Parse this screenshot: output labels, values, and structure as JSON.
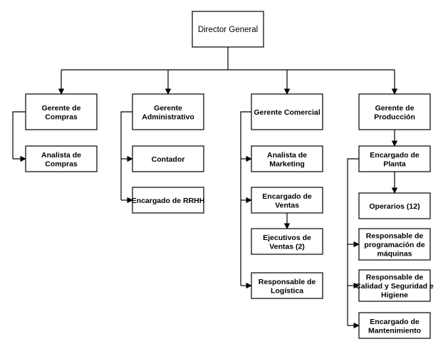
{
  "diagram": {
    "colors": {
      "box_border": "#000000",
      "box_fill": "#ffffff",
      "text": "#000000",
      "connector": "#000000"
    },
    "nodes": {
      "director": {
        "lines": [
          "Director General"
        ]
      },
      "compras": {
        "lines": [
          "Gerente de",
          "Compras"
        ]
      },
      "analista_compras": {
        "lines": [
          "Analista de",
          "Compras"
        ]
      },
      "administrativo": {
        "lines": [
          "Gerente",
          "Administrativo"
        ]
      },
      "contador": {
        "lines": [
          "Contador"
        ]
      },
      "rrhh": {
        "lines": [
          "Encargado de RRHH"
        ]
      },
      "comercial": {
        "lines": [
          "Gerente Comercial"
        ]
      },
      "marketing": {
        "lines": [
          "Analista de",
          "Marketing"
        ]
      },
      "ventas": {
        "lines": [
          "Encargado de",
          "Ventas"
        ]
      },
      "ejecutivos": {
        "lines": [
          "Ejecutivos de",
          "Ventas (2)"
        ]
      },
      "logistica": {
        "lines": [
          "Responsable de",
          "Logística"
        ]
      },
      "produccion": {
        "lines": [
          "Gerente de",
          "Producción"
        ]
      },
      "planta": {
        "lines": [
          "Encargado de",
          "Planta"
        ]
      },
      "operarios": {
        "lines": [
          "Operarios (12)"
        ]
      },
      "programacion": {
        "lines": [
          "Responsable de",
          "programación de",
          "máquinas"
        ]
      },
      "calidad": {
        "lines": [
          "Responsable de",
          "Calidad y Seguridad e",
          "Higiene"
        ]
      },
      "mantenimiento": {
        "lines": [
          "Encargado de",
          "Mantenimiento"
        ]
      }
    }
  }
}
